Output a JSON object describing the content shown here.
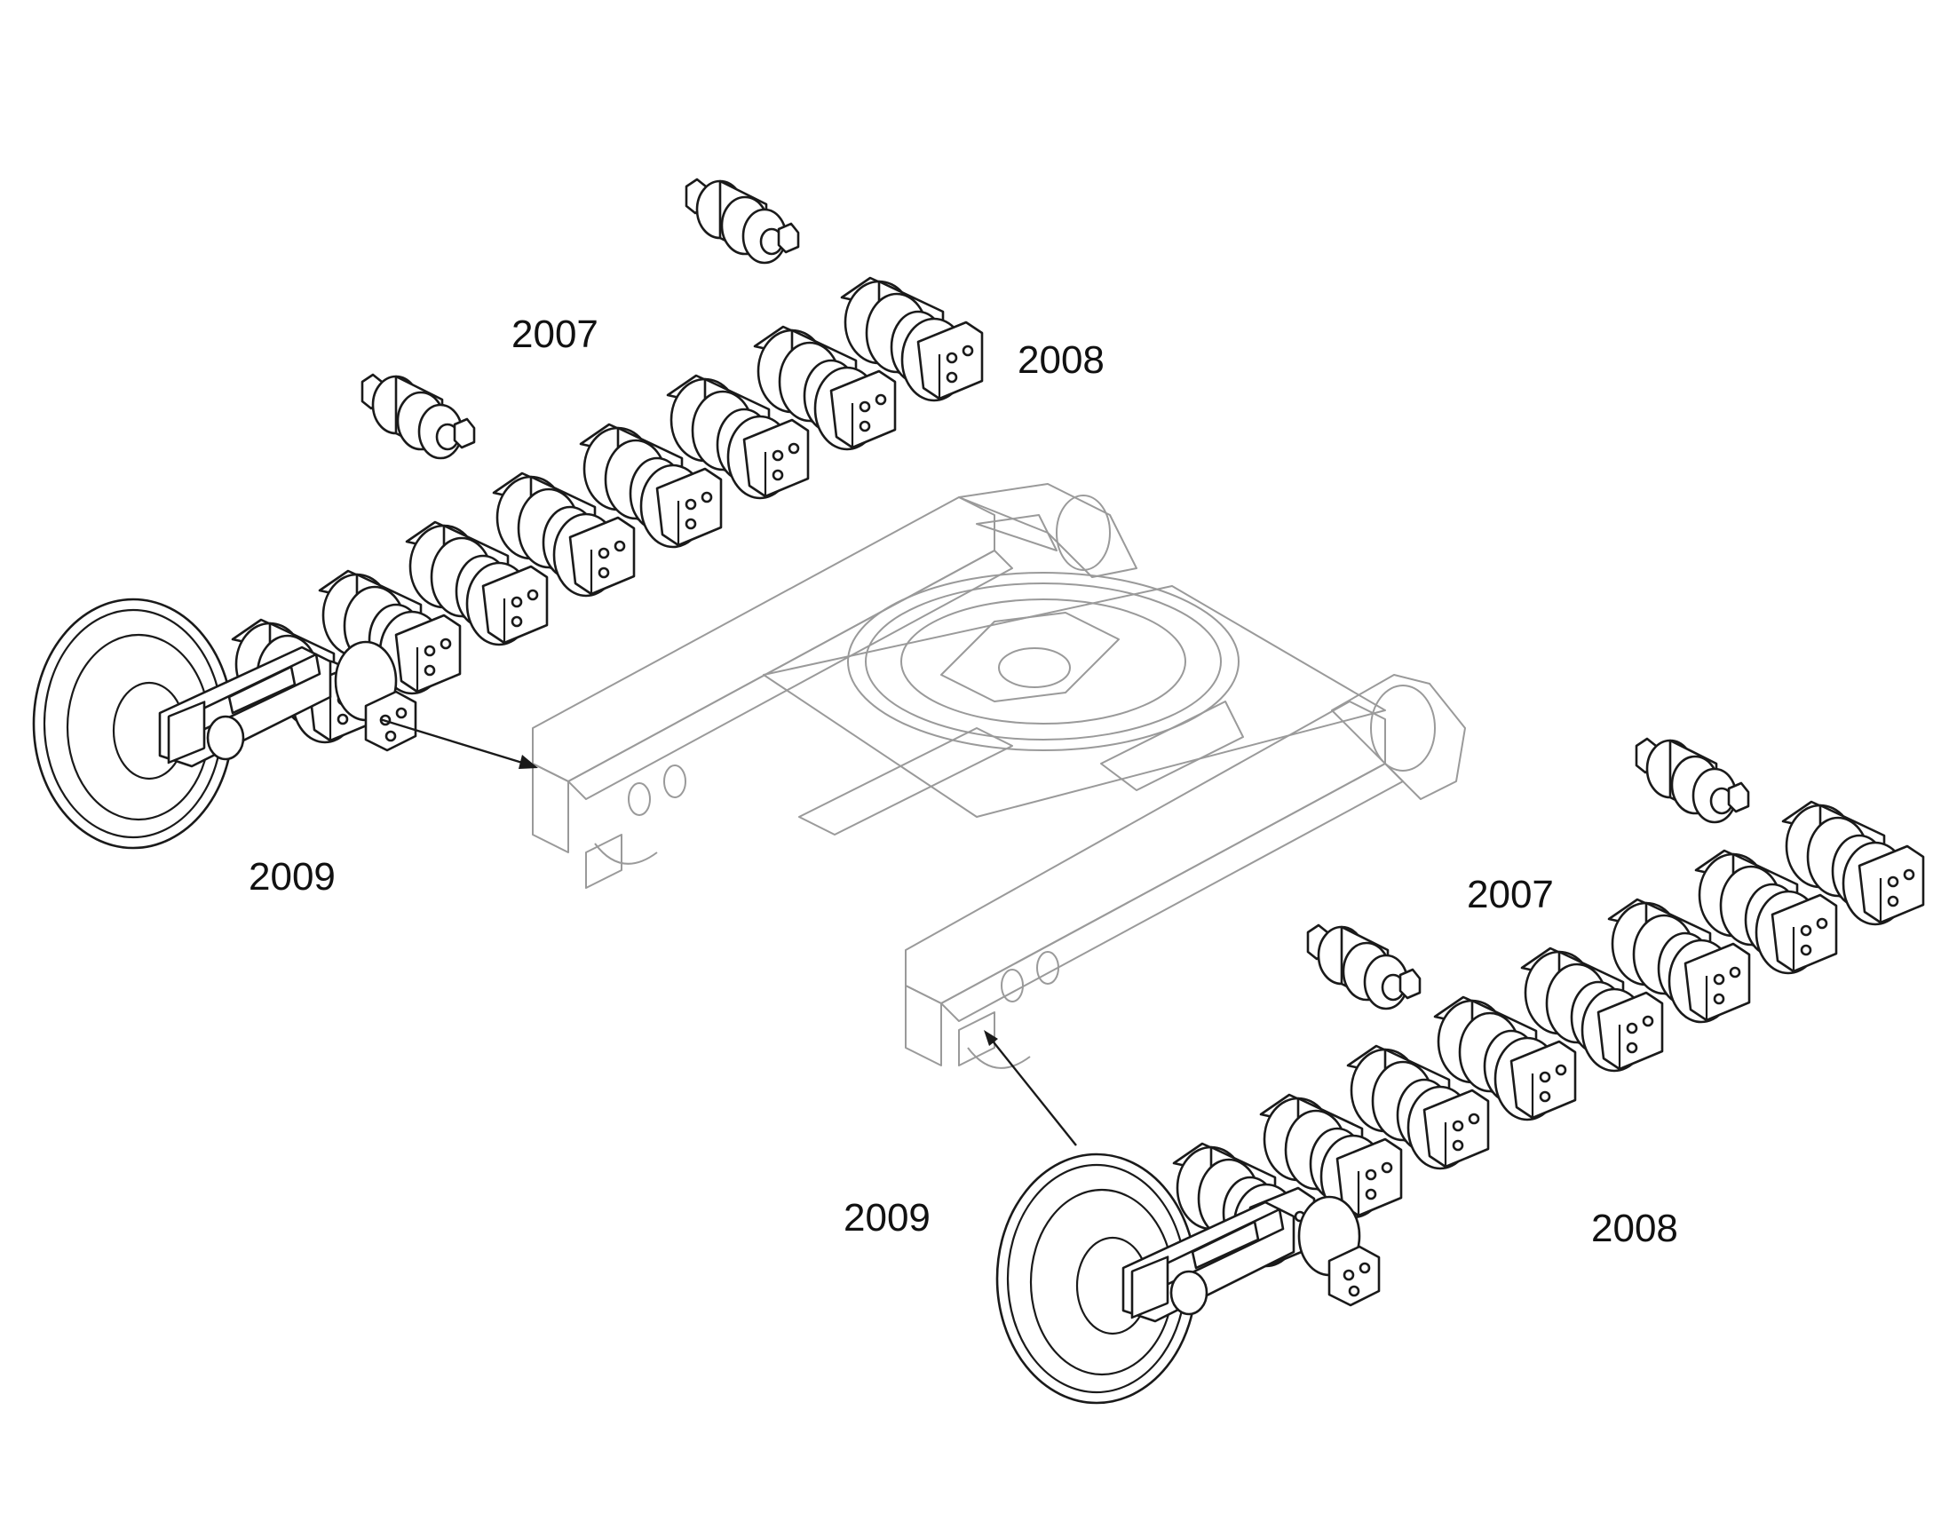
{
  "callouts": {
    "upper_carrier_roller": "2007",
    "upper_track_roller": "2008",
    "upper_idler": "2009",
    "lower_carrier_roller": "2007",
    "lower_track_roller": "2008",
    "lower_idler": "2009"
  },
  "colors": {
    "frame_line": "#9a9a9a",
    "part_line": "#1a1a1a",
    "background": "#ffffff"
  }
}
